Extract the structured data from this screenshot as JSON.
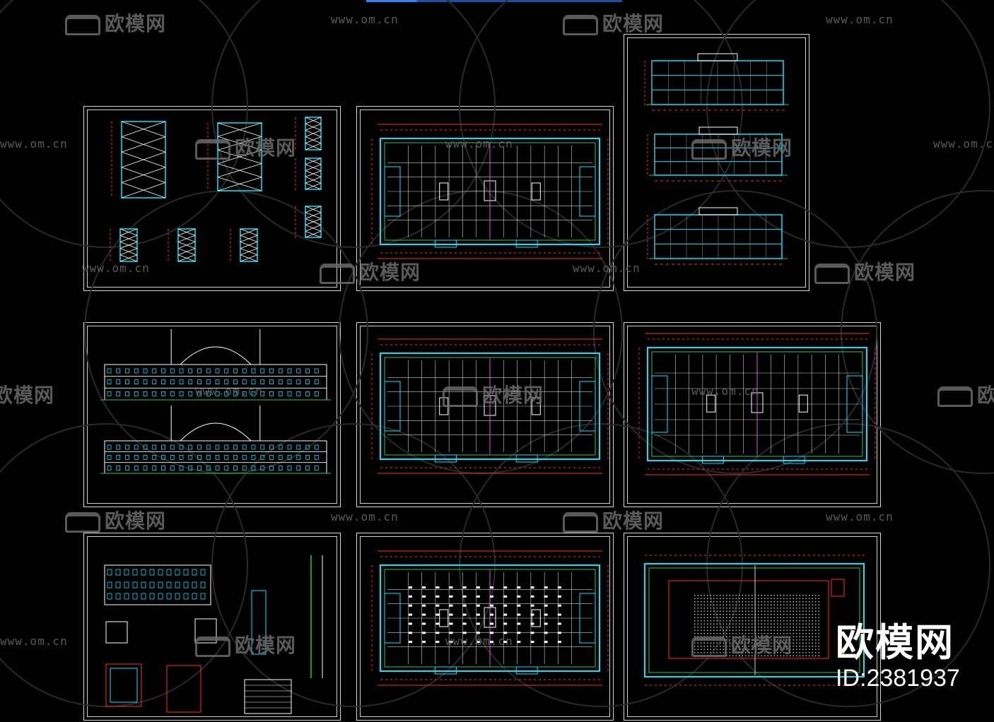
{
  "watermark": {
    "brand": "欧模网",
    "url": "www.om.cn"
  },
  "stamp": {
    "brand": "欧模网",
    "id": "ID:2381937"
  },
  "colors": {
    "background": "#000000",
    "frame": "#d8d8d8",
    "red": "#ff2a2a",
    "cyan": "#00e5ff",
    "green": "#22cc44",
    "white": "#ffffff",
    "magenta": "#ff44ff"
  },
  "sheets": [
    {
      "id": "stair-details"
    },
    {
      "id": "floor-plan-1"
    },
    {
      "id": "sections"
    },
    {
      "id": "elevations"
    },
    {
      "id": "floor-plan-2"
    },
    {
      "id": "floor-plan-3"
    },
    {
      "id": "wall-details"
    },
    {
      "id": "floor-plan-seating"
    },
    {
      "id": "roof-plan"
    }
  ]
}
